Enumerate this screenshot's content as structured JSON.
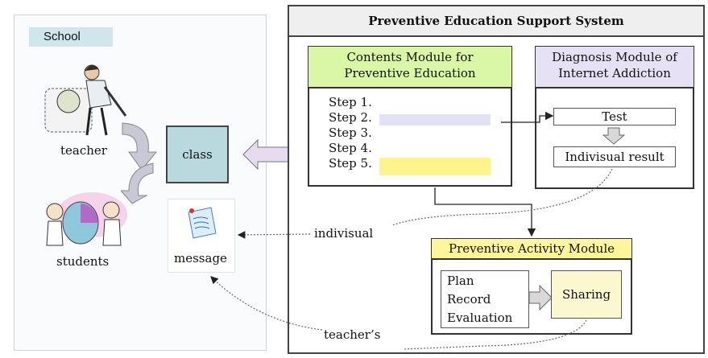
{
  "school": {
    "label": "School",
    "teacher": "teacher",
    "students": "students",
    "class": "class",
    "message": "message"
  },
  "system": {
    "title": "Preventive Education Support System"
  },
  "contents_module": {
    "title_line1": "Contents Module for",
    "title_line2": "Preventive Education",
    "steps": [
      "Step 1.",
      "Step 2.",
      "Step 3.",
      "Step 4.",
      "Step 5."
    ]
  },
  "diagnosis_module": {
    "title_line1": "Diagnosis Module of",
    "title_line2": "Internet Addiction",
    "test": "Test",
    "result": "Indivisual result"
  },
  "activity_module": {
    "title": "Preventive Activity Module",
    "items": [
      "Plan",
      "Record",
      "Evaluation"
    ],
    "sharing": "Sharing"
  },
  "flows": {
    "individual": "indivisual",
    "teachers": "teacher’s"
  },
  "colors": {
    "school_label": "#cfe6ec",
    "class_box": "#b9d9df",
    "contents_header": "#d9f7a6",
    "diagnosis_header": "#e6e1f5",
    "activity_header": "#fff59a",
    "step2_bar": "#e3e1f7",
    "step5_bar": "#fff48a",
    "sharing": "#fbf8cf"
  }
}
